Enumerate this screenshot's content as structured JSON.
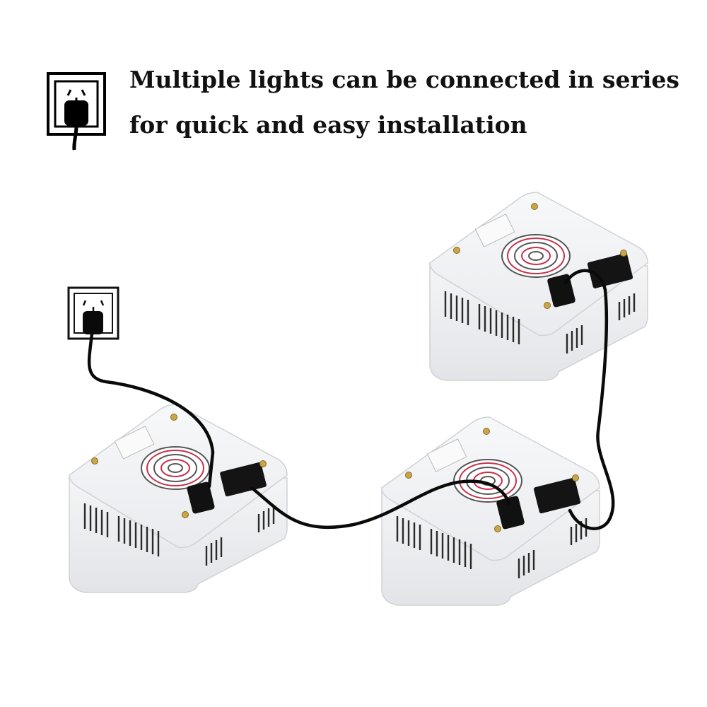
{
  "headline": {
    "line_1": "Multiple lights can be connected in series",
    "line_2": "for quick and easy installation"
  },
  "icons": [
    "wall-socket-icon",
    "power-plug-icon",
    "led-grow-light-unit",
    "cooling-fan-icon",
    "power-outlet-icon",
    "power-cable"
  ],
  "colors": {
    "text": "#111111",
    "cable": "#0a0a0a",
    "unit_body": "#f2f3f5",
    "fan_accent": "#c9304a",
    "screw": "#c8a64a"
  }
}
